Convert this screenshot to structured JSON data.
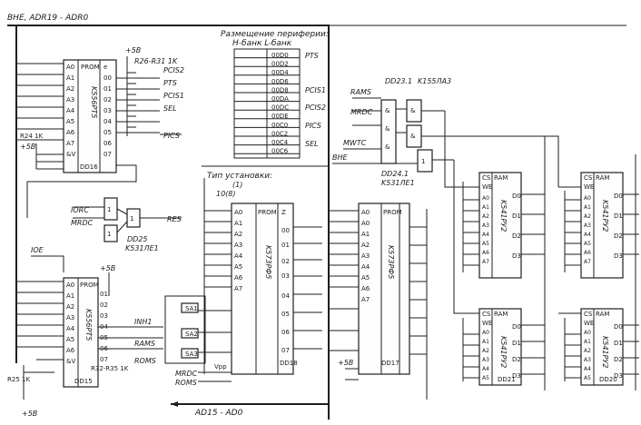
{
  "header": {
    "bus_label": "BHE, ADR19 - ADR0",
    "bottom_bus_label": "AD15 - AD0"
  },
  "placement_table": {
    "title": "Размещение периферии:",
    "subtitle": "H-банк  L-банк",
    "codes": [
      "00D0",
      "00D2",
      "00D4",
      "00D6",
      "00D8",
      "00DA",
      "00DC",
      "00DE",
      "00C0",
      "00C2",
      "00C4",
      "00C6"
    ],
    "groups": [
      "PTS",
      "PCIS1",
      "PCIS2",
      "PICS",
      "SEL"
    ]
  },
  "install_type": {
    "title": "Тип установки:",
    "a": "(1)",
    "b": "10(8)"
  },
  "signals": {
    "pcis2": "PCIS2",
    "pts": "PTS",
    "pcis1": "PCIS1",
    "sel": "SEL",
    "pics": "PICS",
    "iorc": "IORC",
    "mrdc": "MRDC",
    "res": "RES",
    "ioe": "IOE",
    "inh1": "INH1",
    "rams": "RAMS",
    "roms": "ROMS",
    "mwtc": "MWTC",
    "bhe": "BHE",
    "plus5b": "+5B"
  },
  "resistors": {
    "r26": "R26-R31 1K",
    "r24": "R24 1K",
    "r25": "R25 1K",
    "r32": "R32-R35 1K"
  },
  "chips": {
    "dd16": {
      "type": "K556PT5",
      "ref": "DD16",
      "inner": "PROM"
    },
    "dd15": {
      "type": "K556PT5",
      "ref": "DD15",
      "inner": "PROM"
    },
    "dd18": {
      "type": "K573PФ5",
      "ref": "DD18",
      "inner": "PROM"
    },
    "dd17": {
      "type": "K573PФ5",
      "ref": "DD17",
      "inner": "PROM"
    },
    "dd25": {
      "ref": "DD25",
      "type": "K531ЛЕ1"
    },
    "dd23": {
      "ref": "DD23.1",
      "type": "K155ЛА3"
    },
    "dd24": {
      "ref": "DD24.1",
      "type": "K531ЛЕ1"
    },
    "ram1": {
      "type": "K541PУ2",
      "inner": "RAM"
    },
    "ram2": {
      "type": "K541PУ2",
      "inner": "RAM"
    },
    "ram3": {
      "type": "K541PУ2",
      "inner": "RAM",
      "ref": "DD21"
    },
    "ram4": {
      "type": "K541PУ2",
      "inner": "RAM",
      "ref": "DD20"
    }
  },
  "switches": [
    "SA1",
    "SA2",
    "SA3"
  ]
}
